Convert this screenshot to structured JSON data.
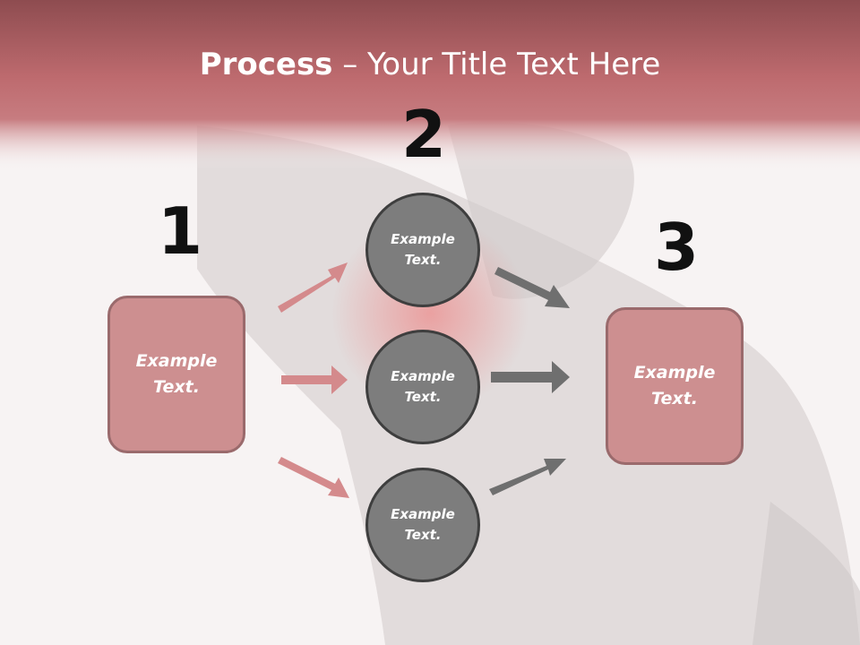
{
  "title": {
    "bold": "Process",
    "rest": " – Your Title Text Here"
  },
  "steps": [
    {
      "number": "1",
      "text": "Example Text."
    },
    {
      "number": "2",
      "circles": [
        "Example Text.",
        "Example Text.",
        "Example Text."
      ]
    },
    {
      "number": "3",
      "text": "Example Text."
    }
  ],
  "colors": {
    "header": "#b96a6d",
    "box": "#cd8f90",
    "circle": "#7d7d7d",
    "arrow_left": "#d48a8c",
    "arrow_right": "#6f6f6f"
  }
}
